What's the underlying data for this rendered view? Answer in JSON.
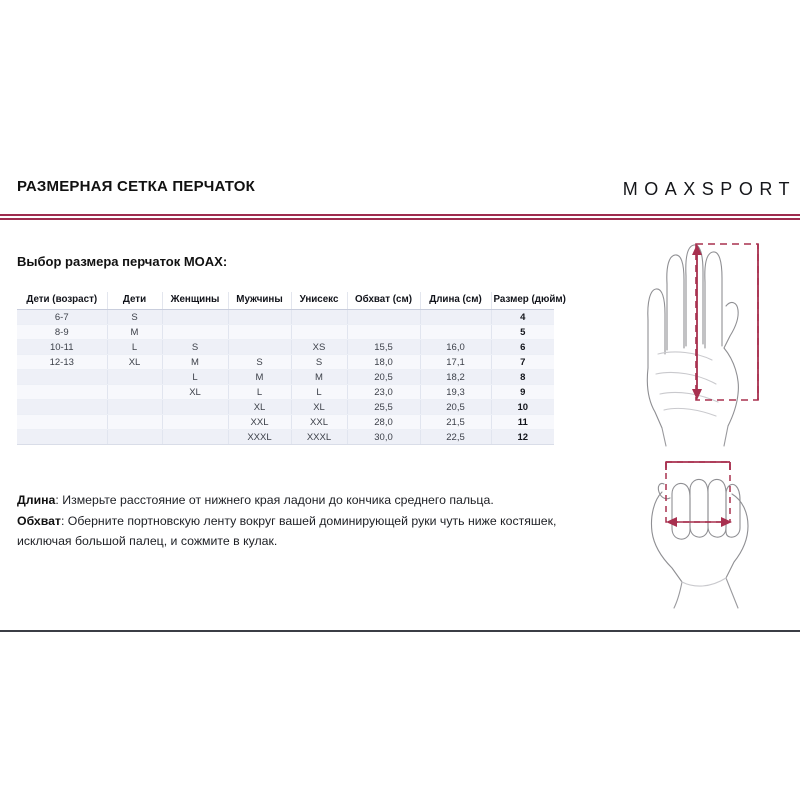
{
  "header": {
    "title": "РАЗМЕРНАЯ СЕТКА ПЕРЧАТОК",
    "brand": "MOAXSPORT"
  },
  "subtitle": "Выбор размера перчаток MOAX:",
  "table": {
    "columns": [
      "Дети (возраст)",
      "Дети",
      "Женщины",
      "Мужчины",
      "Унисекс",
      "Обхват (см)",
      "Длина (см)",
      "Размер (дюйм)"
    ],
    "rows": [
      {
        "kids_age": "6-7",
        "kids": "S",
        "women": "",
        "men": "",
        "unisex": "",
        "girth_cm": "",
        "length_cm": "",
        "size_inch": "4"
      },
      {
        "kids_age": "8-9",
        "kids": "M",
        "women": "",
        "men": "",
        "unisex": "",
        "girth_cm": "",
        "length_cm": "",
        "size_inch": "5"
      },
      {
        "kids_age": "10-11",
        "kids": "L",
        "women": "S",
        "men": "",
        "unisex": "XS",
        "girth_cm": "15,5",
        "length_cm": "16,0",
        "size_inch": "6"
      },
      {
        "kids_age": "12-13",
        "kids": "XL",
        "women": "M",
        "men": "S",
        "unisex": "S",
        "girth_cm": "18,0",
        "length_cm": "17,1",
        "size_inch": "7"
      },
      {
        "kids_age": "",
        "kids": "",
        "women": "L",
        "men": "M",
        "unisex": "M",
        "girth_cm": "20,5",
        "length_cm": "18,2",
        "size_inch": "8"
      },
      {
        "kids_age": "",
        "kids": "",
        "women": "XL",
        "men": "L",
        "unisex": "L",
        "girth_cm": "23,0",
        "length_cm": "19,3",
        "size_inch": "9"
      },
      {
        "kids_age": "",
        "kids": "",
        "women": "",
        "men": "XL",
        "unisex": "XL",
        "girth_cm": "25,5",
        "length_cm": "20,5",
        "size_inch": "10"
      },
      {
        "kids_age": "",
        "kids": "",
        "women": "",
        "men": "XXL",
        "unisex": "XXL",
        "girth_cm": "28,0",
        "length_cm": "21,5",
        "size_inch": "11"
      },
      {
        "kids_age": "",
        "kids": "",
        "women": "",
        "men": "XXXL",
        "unisex": "XXXL",
        "girth_cm": "30,0",
        "length_cm": "22,5",
        "size_inch": "12"
      }
    ]
  },
  "notes": {
    "length_label": "Длина",
    "length_text": ": Измерьте расстояние от нижнего края ладони до кончика среднего пальца.",
    "girth_label": "Обхват",
    "girth_text": ": Оберните портновскую ленту вокруг вашей доминирующей руки чуть ниже костяшек, исключая большой палец, и сожмите в кулак."
  },
  "diagrams": {
    "length_name": "open-hand-length-measurement-diagram",
    "girth_name": "fist-girth-measurement-diagram"
  },
  "colors": {
    "accent_rule": "#9e2b4e",
    "diagram_accent": "#a8304f",
    "hand_outline": "#8f8f93",
    "bottom_rule": "#3b3d45",
    "table_row_odd": "#eef0f7",
    "table_row_even": "#f7f8fc"
  }
}
